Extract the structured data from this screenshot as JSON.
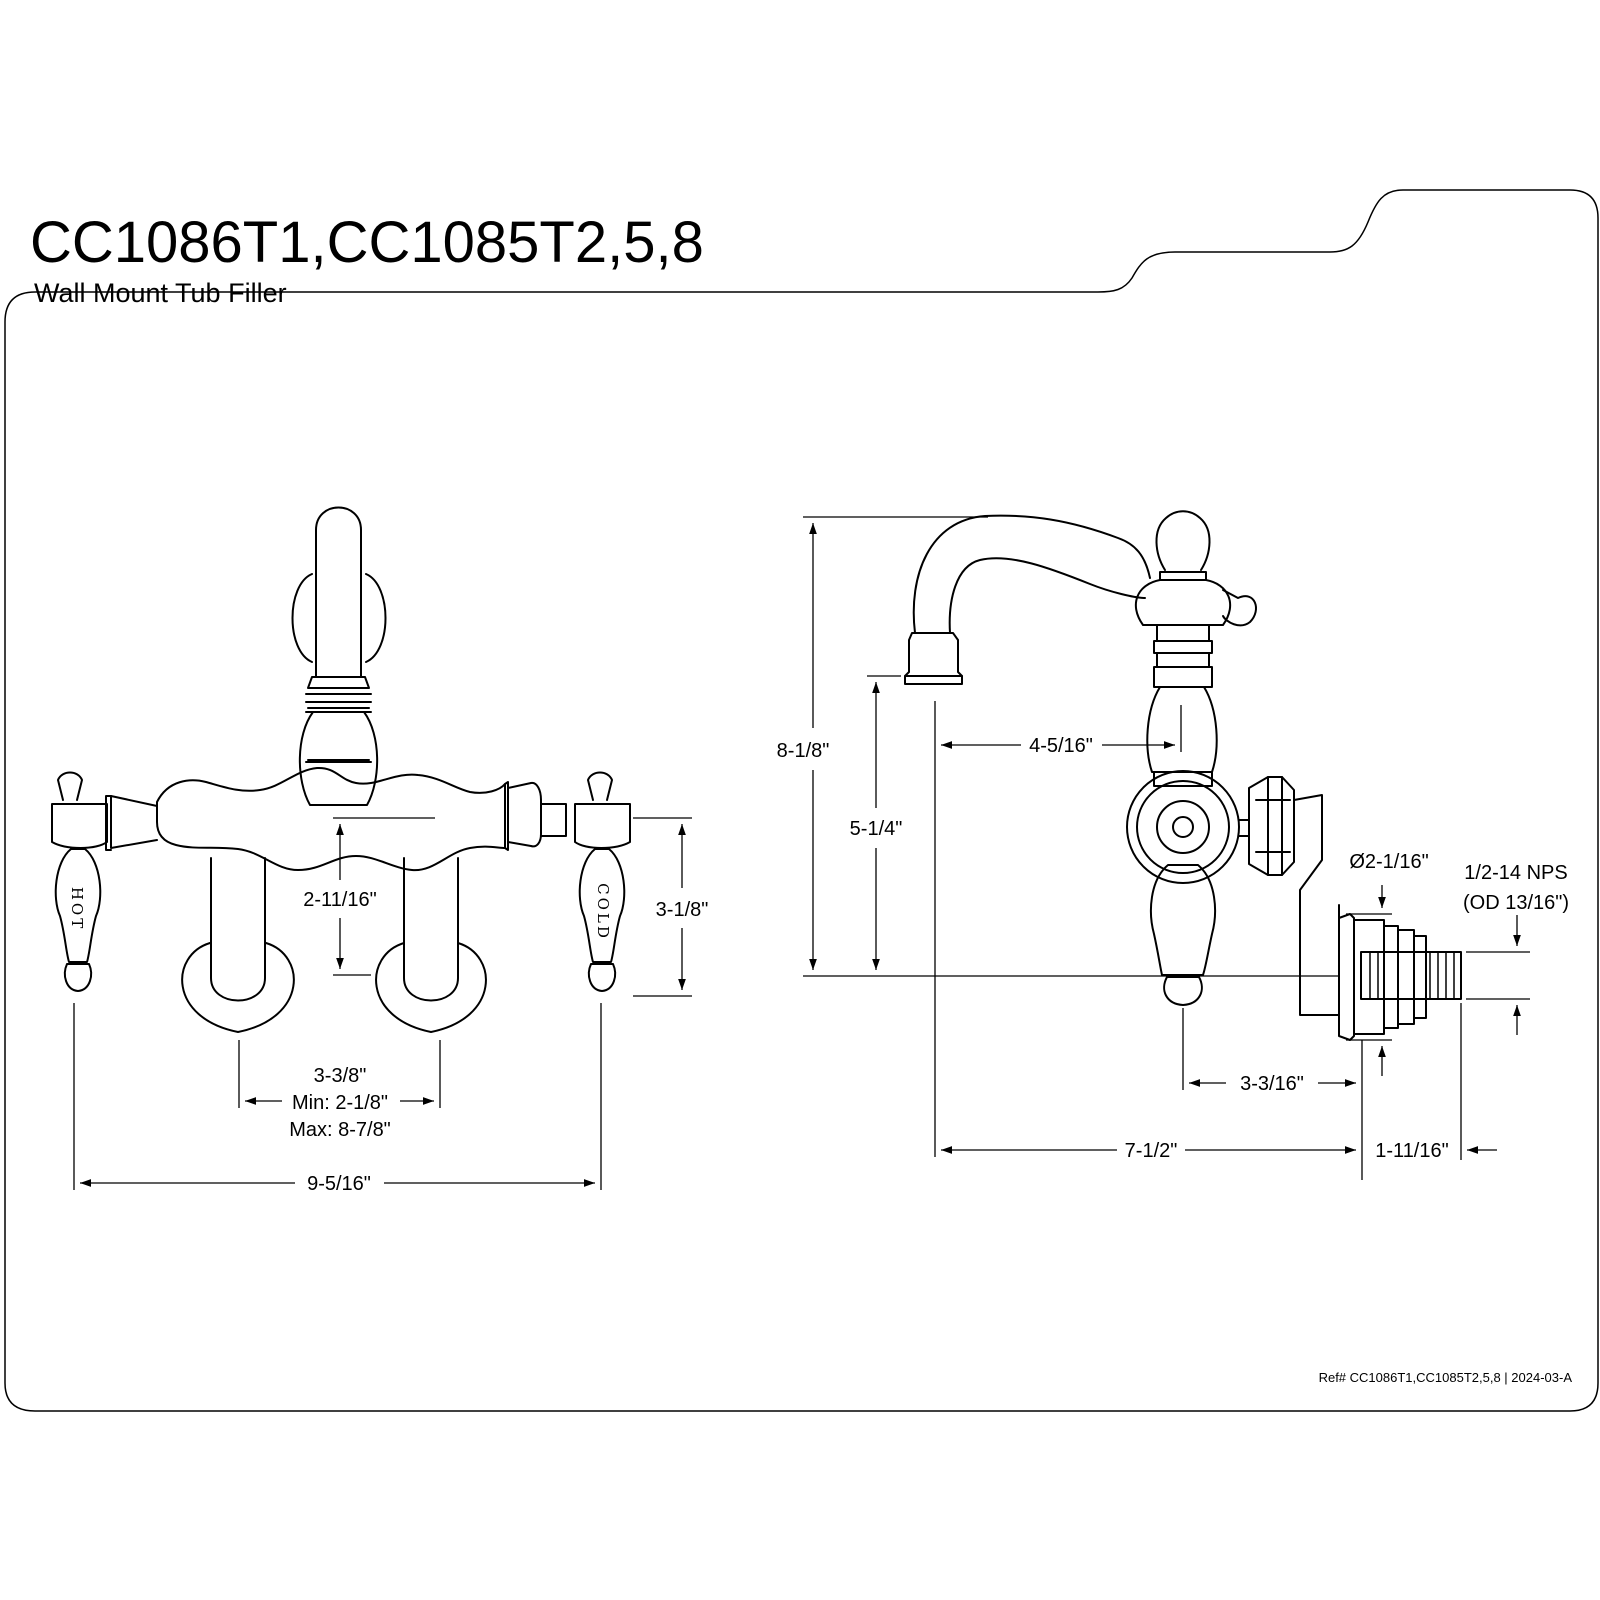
{
  "title": "CC1086T1,CC1085T2,5,8",
  "subtitle": "Wall Mount Tub Filler",
  "handles": {
    "hot": "HOT",
    "cold": "COLD"
  },
  "front": {
    "dim_body_drop": "2-11/16\"",
    "dim_handle_height": "3-1/8\"",
    "dim_centers": "3-3/8\"",
    "dim_centers_min": "Min: 2-1/8\"",
    "dim_centers_max": "Max: 8-7/8\"",
    "dim_overall_width": "9-5/16\""
  },
  "side": {
    "dim_total_height": "8-1/8\"",
    "dim_spout_height": "5-1/4\"",
    "dim_spout_reach": "4-5/16\"",
    "dim_flange_dia": "Ø2-1/16\"",
    "dim_thread": "1/2-14 NPS",
    "dim_thread_od": "(OD 13/16\")",
    "dim_handle_to_wall": "3-3/16\"",
    "dim_spout_to_wall": "7-1/2\"",
    "dim_thread_length": "1-11/16\""
  },
  "reference": "Ref# CC1086T1,CC1085T2,5,8 | 2024-03-A"
}
